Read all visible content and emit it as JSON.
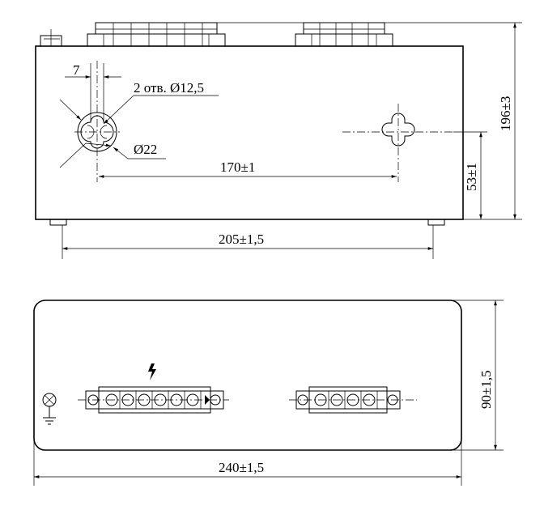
{
  "top_view": {
    "hole_note": "2 отв. Ø12,5",
    "outer_diameter": "Ø22",
    "offset": "7",
    "hole_spacing": "170±1",
    "foot_spacing": "205±1,5",
    "hole_height": "53±1",
    "total_height": "196±3"
  },
  "bottom_view": {
    "width": "240±1,5",
    "depth": "90±1,5",
    "high_voltage_symbol": "⚡",
    "ground_symbol": "ground"
  }
}
